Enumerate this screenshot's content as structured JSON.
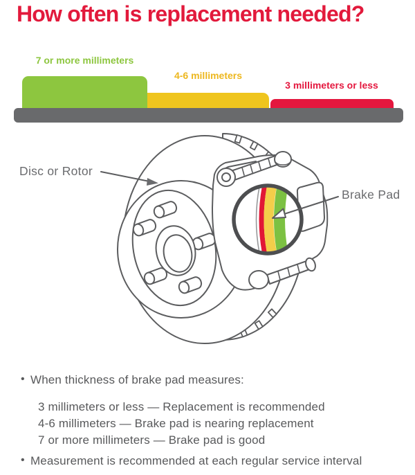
{
  "title": "How often is replacement needed?",
  "gauge": {
    "segments": [
      {
        "label": "7 or more millimeters",
        "color": "#8DC63F"
      },
      {
        "label": "4-6 millimeters",
        "color": "#EFC51E"
      },
      {
        "label": "3 millimeters or less",
        "color": "#E4173E"
      }
    ],
    "base_color": "#696A6C"
  },
  "diagram": {
    "disc_label": "Disc or Rotor",
    "pad_label": "Brake Pad",
    "pad_stripe_colors": [
      "#E11736",
      "#F3CE4A",
      "#7CC142"
    ]
  },
  "notes": {
    "bullet": "•",
    "items": [
      "When thickness of brake pad measures:",
      "Measurement is recommended at each regular service interval"
    ],
    "sub_items": [
      "3 millimeters or less — Replacement is recommended",
      "4-6 millimeters — Brake pad is nearing replacement",
      "7 or more millimeters — Brake pad is good"
    ]
  },
  "colors": {
    "title_red": "#E21A3C",
    "text_gray": "#58595B",
    "line_art_gray": "#5B5C5E",
    "highlight_ring_gray": "#4D4E50"
  }
}
